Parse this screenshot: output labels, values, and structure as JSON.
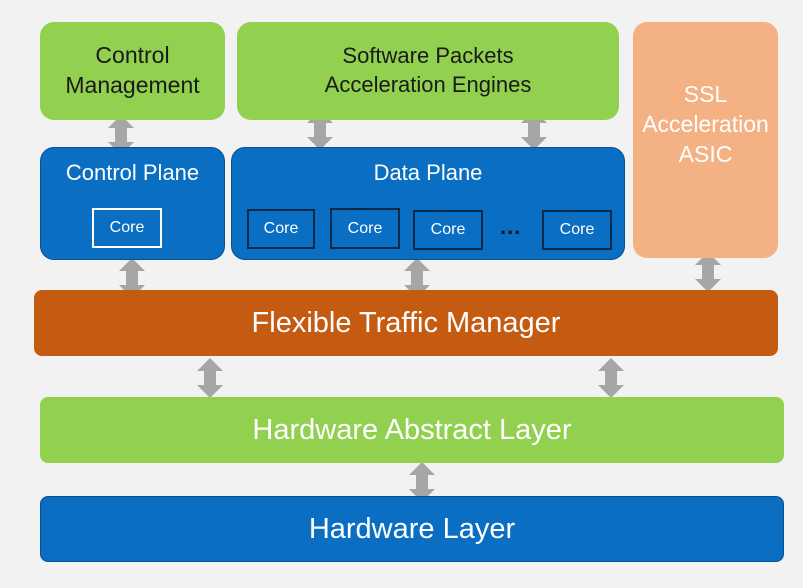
{
  "control_management": "Control\nManagement",
  "software_packets": "Software Packets\nAcceleration Engines",
  "ssl_asic": "SSL\nAcceleration\nASIC",
  "control_plane": {
    "title": "Control Plane",
    "core": "Core"
  },
  "data_plane": {
    "title": "Data Plane",
    "cores": [
      "Core",
      "Core",
      "Core",
      "Core"
    ],
    "ellipsis": "..."
  },
  "traffic_manager": "Flexible Traffic Manager",
  "hal": "Hardware Abstract Layer",
  "hardware_layer": "Hardware Layer",
  "colors": {
    "green": "#92d050",
    "blue": "#0a6ec2",
    "orange": "#c55a11",
    "peach": "#f4b183",
    "arrow": "#a6a6a6"
  }
}
